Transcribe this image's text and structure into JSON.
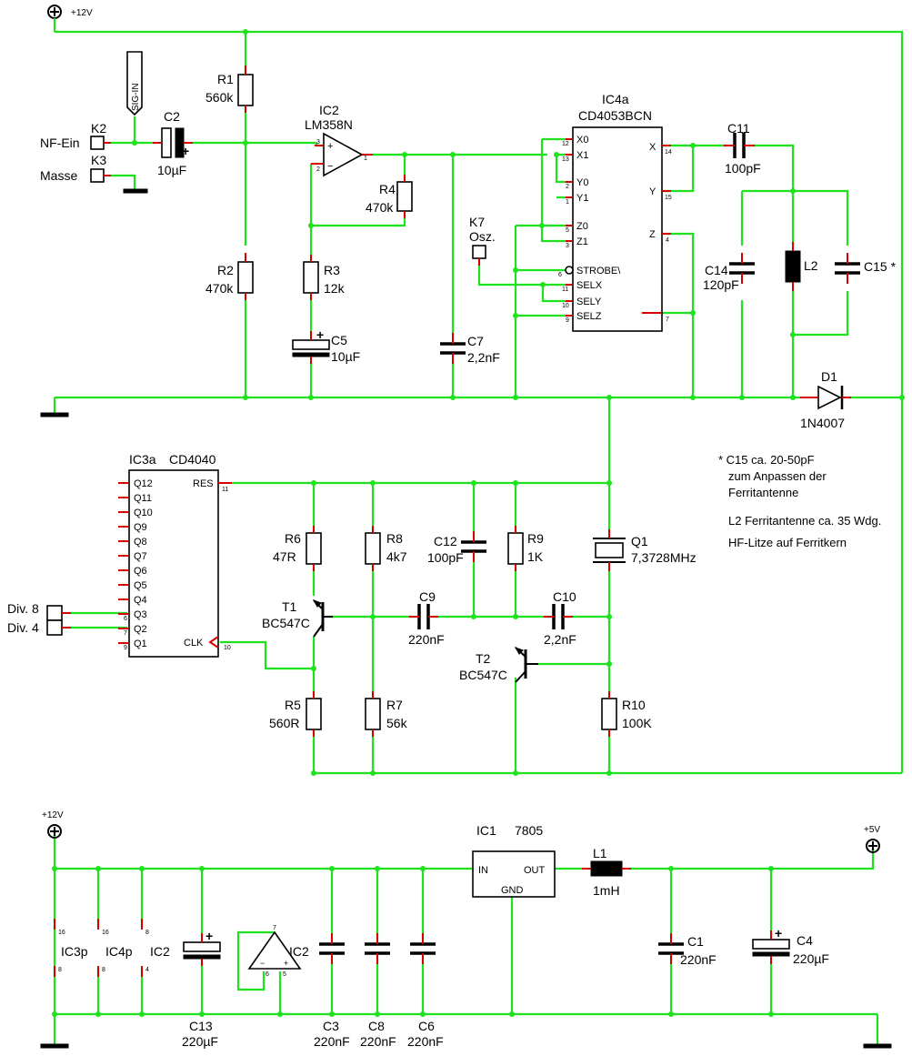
{
  "rails": {
    "top_supply": "+12V",
    "bottom_supply": "+12V",
    "out_supply": "+5V"
  },
  "connectors": {
    "k2": {
      "ref": "K2",
      "label": "NF-Ein"
    },
    "k3": {
      "ref": "K3",
      "label": "Masse"
    },
    "k7": {
      "ref": "K7",
      "label": "Osz."
    },
    "sig_in": "SIG-IN",
    "div8": "Div. 8",
    "div4": "Div. 4"
  },
  "components": {
    "r1": {
      "ref": "R1",
      "value": "560k"
    },
    "r2": {
      "ref": "R2",
      "value": "470k"
    },
    "r3": {
      "ref": "R3",
      "value": "12k"
    },
    "r4": {
      "ref": "R4",
      "value": "470k"
    },
    "r5": {
      "ref": "R5",
      "value": "560R"
    },
    "r6": {
      "ref": "R6",
      "value": "47R"
    },
    "r7": {
      "ref": "R7",
      "value": "56k"
    },
    "r8": {
      "ref": "R8",
      "value": "4k7"
    },
    "r9": {
      "ref": "R9",
      "value": "1K"
    },
    "r10": {
      "ref": "R10",
      "value": "100K"
    },
    "c1": {
      "ref": "C1",
      "value": "220nF"
    },
    "c2": {
      "ref": "C2",
      "value": "10µF"
    },
    "c3": {
      "ref": "C3",
      "value": "220nF"
    },
    "c4": {
      "ref": "C4",
      "value": "220µF"
    },
    "c5": {
      "ref": "C5",
      "value": "10µF"
    },
    "c6": {
      "ref": "C6",
      "value": "220nF"
    },
    "c7": {
      "ref": "C7",
      "value": "2,2nF"
    },
    "c8": {
      "ref": "C8",
      "value": "220nF"
    },
    "c9": {
      "ref": "C9",
      "value": "220nF"
    },
    "c10": {
      "ref": "C10",
      "value": "2,2nF"
    },
    "c11": {
      "ref": "C11",
      "value": "100pF"
    },
    "c12": {
      "ref": "C12",
      "value": "100pF"
    },
    "c13": {
      "ref": "C13",
      "value": "220µF"
    },
    "c14": {
      "ref": "C14",
      "value": "120pF"
    },
    "c15": {
      "ref": "C15 *"
    },
    "l1": {
      "ref": "L1",
      "value": "1mH"
    },
    "l2": {
      "ref": "L2"
    },
    "d1": {
      "ref": "D1",
      "value": "1N4007"
    },
    "t1": {
      "ref": "T1",
      "value": "BC547C"
    },
    "t2": {
      "ref": "T2",
      "value": "BC547C"
    },
    "q1": {
      "ref": "Q1",
      "value": "7,3728MHz"
    }
  },
  "ics": {
    "ic1": {
      "ref": "IC1",
      "type": "7805",
      "pins": {
        "in": "IN",
        "out": "OUT",
        "gnd": "GND"
      }
    },
    "ic2": {
      "ref": "IC2",
      "type": "LM358N",
      "pins": [
        "3",
        "2",
        "1"
      ]
    },
    "ic3a": {
      "ref": "IC3a",
      "type": "CD4040",
      "left_pins": [
        "Q12",
        "Q11",
        "Q10",
        "Q9",
        "Q8",
        "Q7",
        "Q6",
        "Q5",
        "Q4",
        "Q3",
        "Q2",
        "Q1"
      ],
      "left_nums": [
        "6",
        "7",
        "9"
      ],
      "res": "RES",
      "res_num": "11",
      "clk": "CLK",
      "clk_num": "10"
    },
    "ic4a": {
      "ref": "IC4a",
      "type": "CD4053BCN",
      "left_pins": [
        "X0",
        "X1",
        "Y0",
        "Y1",
        "Z0",
        "Z1",
        "STROBE\\",
        "SELX",
        "SELY",
        "SELZ"
      ],
      "left_nums": [
        "12",
        "13",
        "2",
        "1",
        "5",
        "3",
        "6",
        "11",
        "10",
        "9"
      ],
      "right_pins": [
        "X",
        "Y",
        "Z"
      ],
      "right_nums": [
        "14",
        "15",
        "4",
        "7"
      ]
    },
    "power": {
      "ic3p": {
        "ref": "IC3p",
        "top": "16",
        "bot": "8"
      },
      "ic4p": {
        "ref": "IC4p",
        "top": "16",
        "bot": "8"
      },
      "ic2p": {
        "ref": "IC2",
        "top": "8",
        "bot": "4"
      },
      "ic2b": {
        "ref": "IC2",
        "pins": [
          "7",
          "6",
          "5"
        ]
      }
    }
  },
  "notes": [
    "* C15 ca. 20-50pF",
    "zum Anpassen der",
    "Ferritantenne",
    "L2 Ferritantenne ca. 35 Wdg.",
    "HF-Litze auf Ferritkern"
  ]
}
